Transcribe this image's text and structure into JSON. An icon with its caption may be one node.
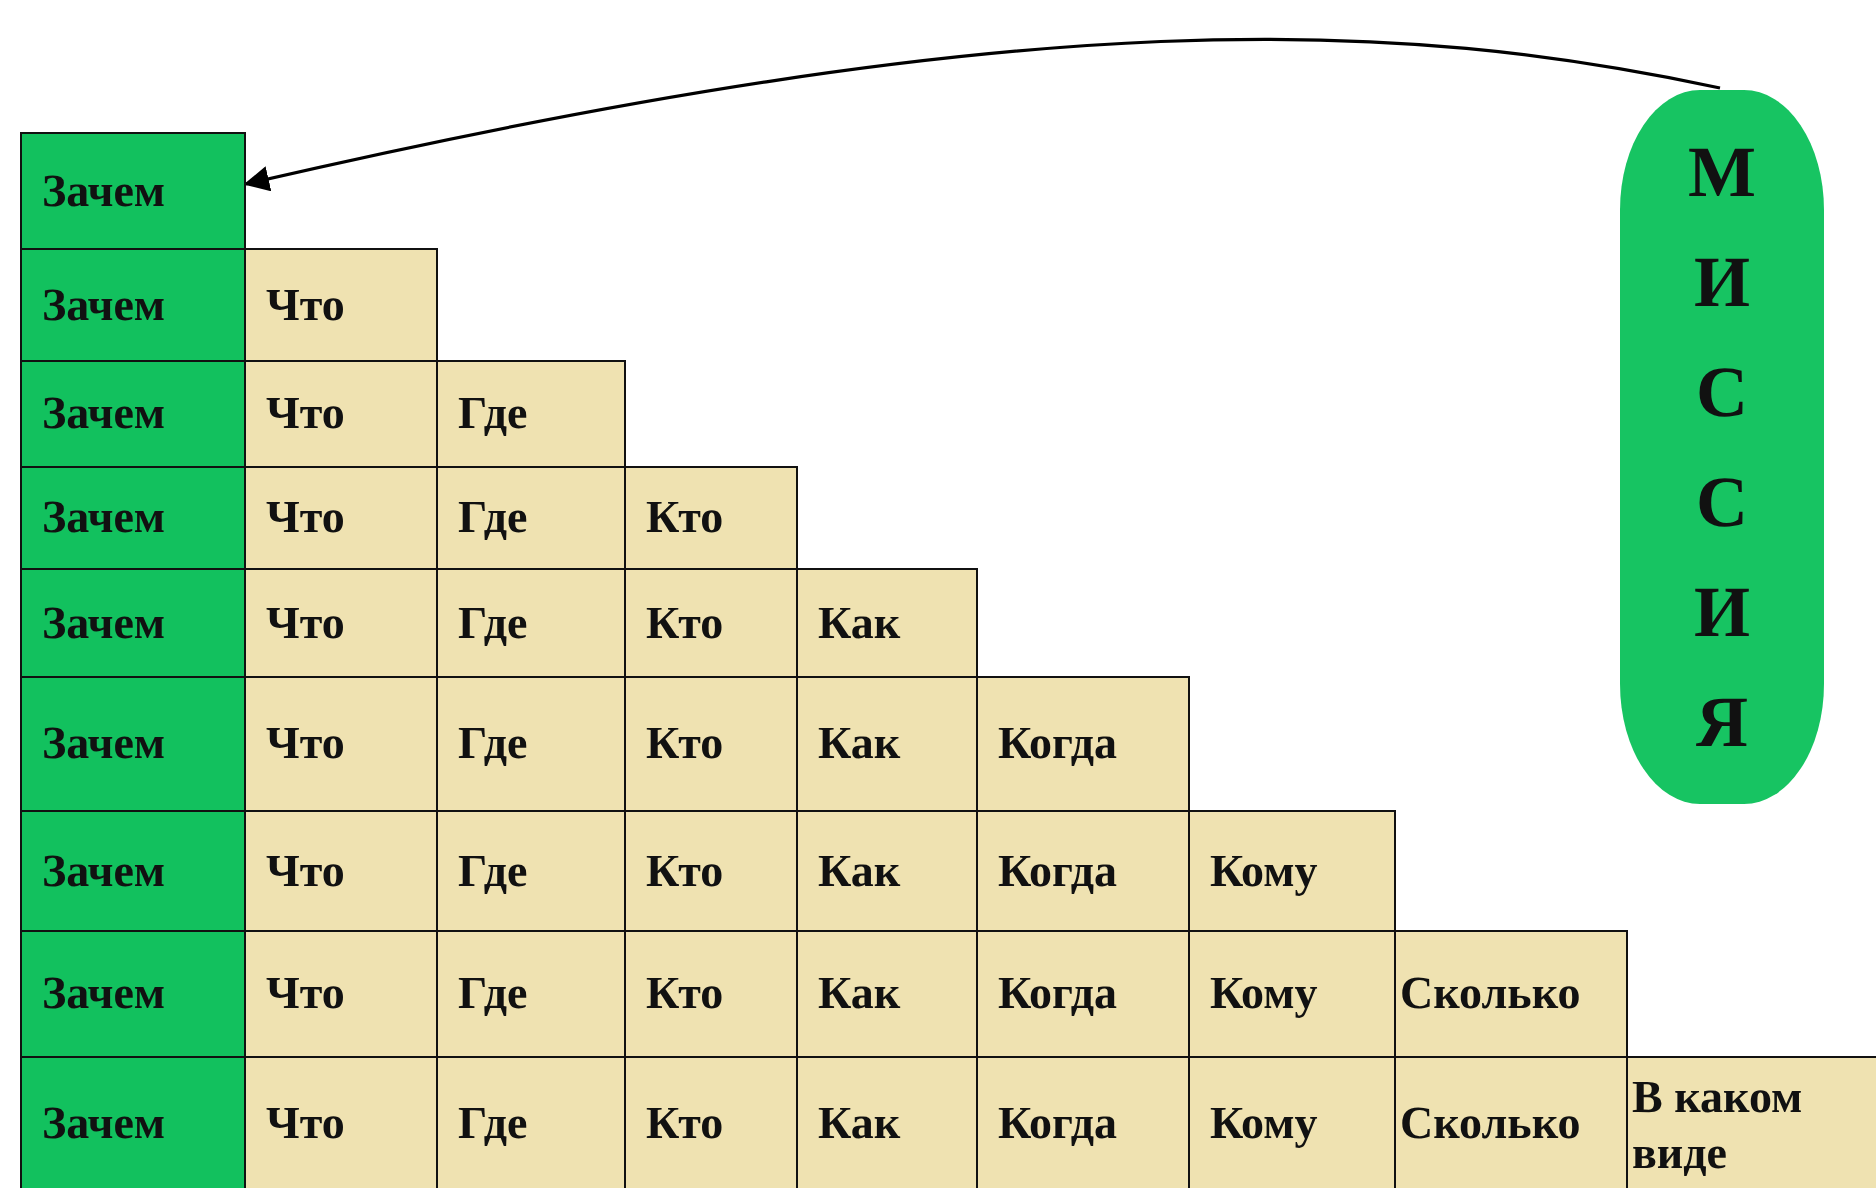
{
  "diagram": {
    "nodes": [
      {
        "text": [
          "Зачем"
        ]
      },
      {
        "text": [
          "М И С С И Я"
        ]
      }
    ],
    "edges": [
      {
        "from": 1,
        "to": 0,
        "arrow": "to"
      }
    ],
    "labels": [
      "Зачем",
      "Что",
      "Зачем",
      "Что",
      "Где",
      "Зачем",
      "Что",
      "Где",
      "Кто",
      "Зачем",
      "Что",
      "Где",
      "Кто",
      "Как",
      "Зачем",
      "Что",
      "Где",
      "Кто",
      "Как",
      "Когда",
      "Зачем",
      "Что",
      "Где",
      "Кто",
      "Как",
      "Когда",
      "Кому",
      "Зачем",
      "Что",
      "Где",
      "Кто",
      "Как",
      "Когда",
      "Кому",
      "Сколько",
      "Зачем",
      "Что",
      "Где",
      "Кто",
      "Как",
      "Когда",
      "Кому",
      "Сколько",
      "В каком виде"
    ]
  }
}
